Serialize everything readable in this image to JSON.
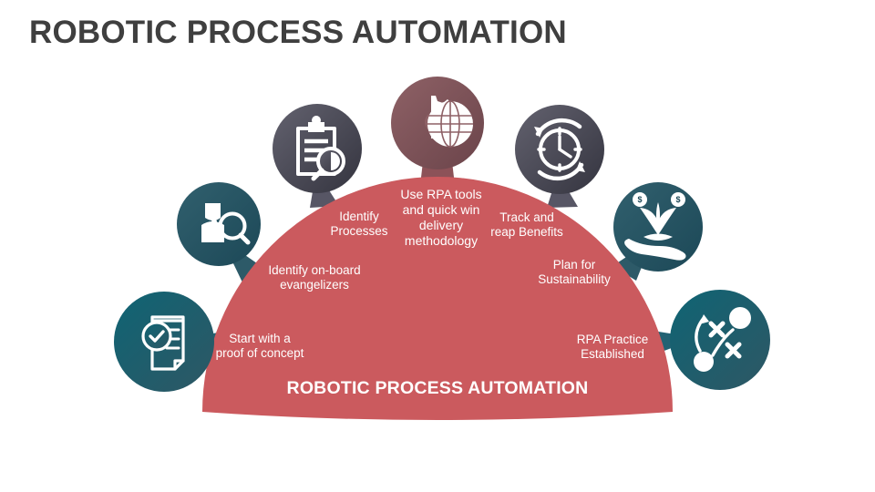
{
  "slide": {
    "title": "ROBOTIC PROCESS AUTOMATION",
    "background_color": "#FFFFFF",
    "title_color": "#3F3F3F"
  },
  "diagram": {
    "type": "semicircle-process-infographic",
    "dome_color": "#CB5A5E",
    "dome_bottom_title": "ROBOTIC PROCESS AUTOMATION",
    "stem_color": "#8C5258",
    "steps": [
      {
        "index": 1,
        "label": "Start with a\nproof of concept",
        "icon": "document-check-icon",
        "circle_color_from": "#0E6272",
        "circle_color_to": "#2B5A68",
        "connector_color": "#236273"
      },
      {
        "index": 2,
        "label": "Identify on-board\nevangelizers",
        "icon": "person-search-icon",
        "circle_color_from": "#2D5A68",
        "circle_color_to": "#1E4C5B",
        "connector_color": "#2D5A68"
      },
      {
        "index": 3,
        "label": "Identify\nProcesses",
        "icon": "clipboard-search-icon",
        "circle_color_from": "#5D5C6B",
        "circle_color_to": "#3A3A45",
        "connector_color": "#575665"
      },
      {
        "index": 4,
        "label": "Use RPA tools\nand  quick win\ndelivery\nmethodology",
        "icon": "gear-globe-icon",
        "circle_color_from": "#8C5F63",
        "circle_color_to": "#6E474C",
        "connector_color": "#8C5258"
      },
      {
        "index": 5,
        "label": "Track and\nreap Benefits",
        "icon": "clock-refresh-icon",
        "circle_color_from": "#5D5C6B",
        "circle_color_to": "#3A3A45",
        "connector_color": "#575665"
      },
      {
        "index": 6,
        "label": "Plan for\nSustainability",
        "icon": "hand-plant-growth-icon",
        "circle_color_from": "#2D5A68",
        "circle_color_to": "#1E4C5B",
        "connector_color": "#2D5A68"
      },
      {
        "index": 7,
        "label": "RPA Practice\nEstablished",
        "icon": "strategy-playbook-icon",
        "circle_color_from": "#0E6272",
        "circle_color_to": "#2B5A68",
        "connector_color": "#236273"
      }
    ]
  }
}
